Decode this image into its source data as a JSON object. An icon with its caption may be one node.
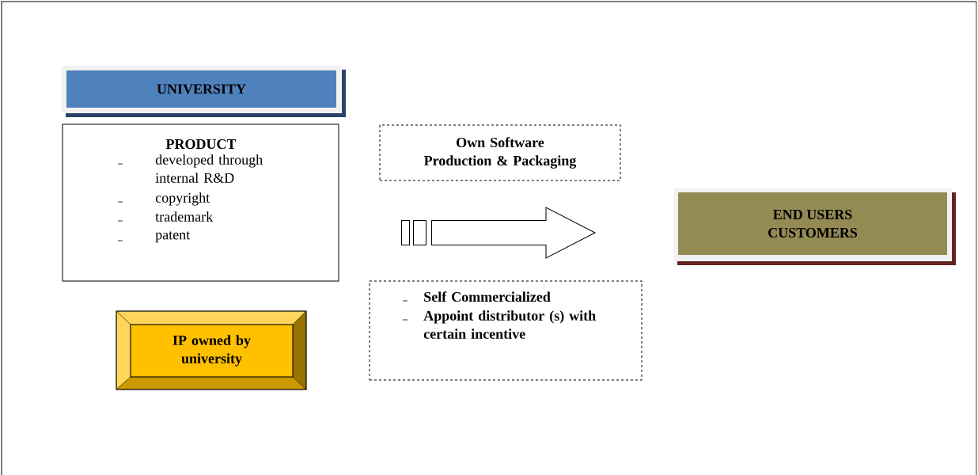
{
  "diagram": {
    "nodes": [
      {
        "text": [
          "UNIVERSITY"
        ]
      },
      {
        "text": [
          "PRODUCT",
          "developed through internal R&D",
          "copyright",
          "trademark",
          "patent"
        ]
      },
      {
        "text": [
          "Own Software Production & Packaging"
        ]
      },
      {
        "text": [
          "Self Commercialized",
          "Appoint distributor (s) with certain incentive"
        ]
      },
      {
        "text": [
          "IP owned by university"
        ]
      },
      {
        "text": [
          "END USERS",
          "CUSTOMERS"
        ]
      }
    ],
    "edges": [
      {
        "from": 1,
        "to": 5,
        "arrow": "to"
      }
    ]
  }
}
